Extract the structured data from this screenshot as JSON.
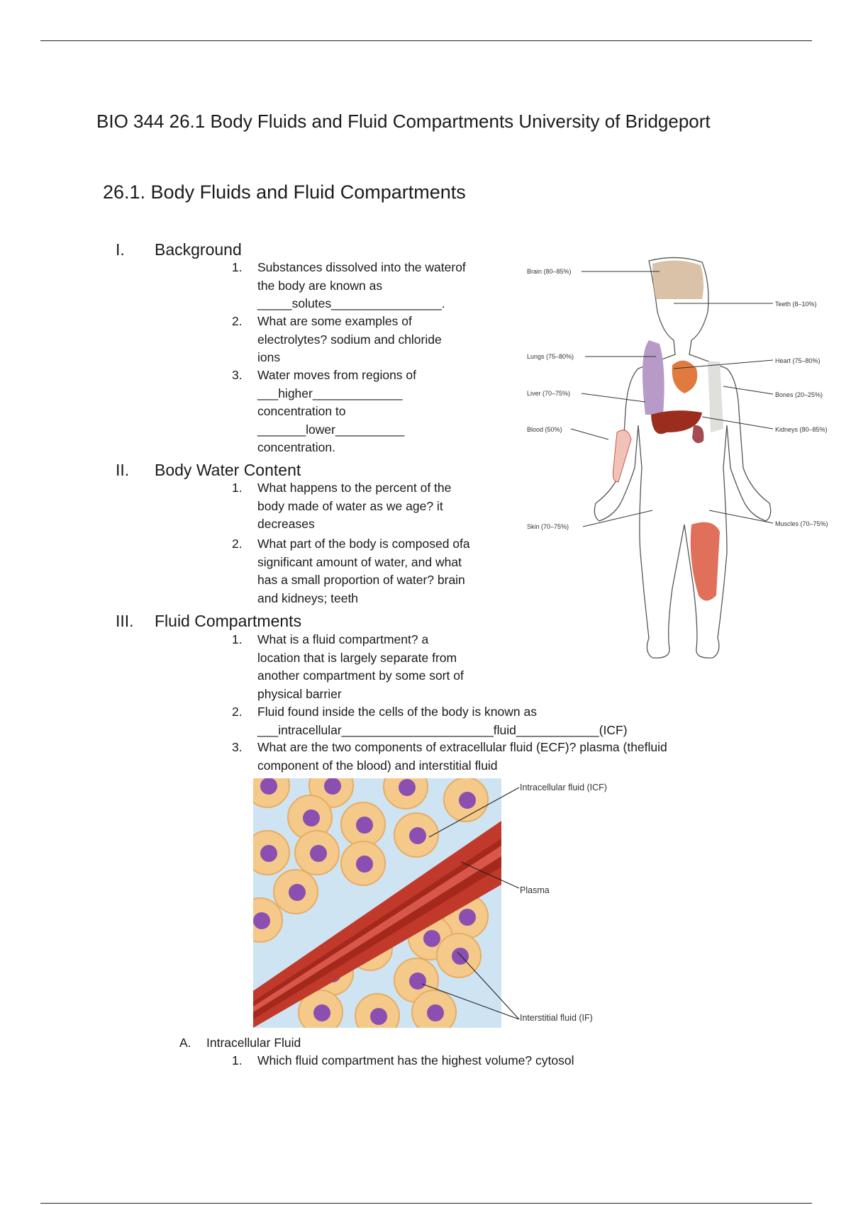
{
  "document_title": "BIO 344 26.1 Body Fluids and Fluid Compartments University of Bridgeport",
  "heading": "26.1. Body Fluids and Fluid Compartments",
  "sections": [
    {
      "numeral": "I.",
      "label": "Background",
      "items": [
        {
          "num": "1.",
          "lines": [
            "Substances dissolved into the waterof",
            "the body are known as",
            "_____solutes________________."
          ]
        },
        {
          "num": "2.",
          "lines": [
            "What are some examples of",
            "electrolytes? sodium and chloride",
            "ions"
          ]
        },
        {
          "num": "3.",
          "lines": [
            "Water moves from regions of",
            "___higher_____________",
            "concentration to",
            "_______lower__________",
            "concentration."
          ]
        }
      ]
    },
    {
      "numeral": "II.",
      "label": "Body Water Content",
      "items": [
        {
          "num": "1.",
          "lines": [
            "What happens to the percent of the",
            "body made of water as we age? it",
            "decreases"
          ]
        },
        {
          "num": "2.",
          "lines": [
            "What part of the body is composed ofa",
            "significant amount of water, and what",
            "has a small proportion of water? brain",
            "and kidneys; teeth"
          ]
        }
      ]
    },
    {
      "numeral": "III.",
      "label": "Fluid Compartments",
      "items": [
        {
          "num": "1.",
          "lines": [
            "What is a fluid compartment? a",
            "location that is largely separate from",
            "another compartment by some sort of",
            "physical barrier"
          ]
        },
        {
          "num": "2.",
          "lines": [
            "Fluid found inside the cells of the body is known as",
            "___intracellular______________________fluid____________(ICF)"
          ]
        },
        {
          "num": "3.",
          "lines": [
            "What are the two components of extracellular fluid (ECF)? plasma (thefluid",
            "component of the blood) and interstitial fluid"
          ]
        }
      ]
    }
  ],
  "subsection": {
    "letter": "A.",
    "label": "Intracellular Fluid",
    "items": [
      {
        "num": "1.",
        "lines": [
          "Which fluid compartment has the highest volume? cytosol"
        ]
      }
    ]
  },
  "body_figure": {
    "labels_left": [
      "Brain (80–85%)",
      "Lungs (75–80%)",
      "Liver (70–75%)",
      "Blood (50%)",
      "Skin (70–75%)"
    ],
    "labels_right": [
      "Teeth (8–10%)",
      "Heart (75–80%)",
      "Bones (20–25%)",
      "Kidneys (80–85%)",
      "Muscles (70–75%)"
    ]
  },
  "cell_figure": {
    "labels": [
      "Intracellular fluid (ICF)",
      "Plasma",
      "Interstitial fluid (IF)"
    ]
  },
  "colors": {
    "cell": "#f5c98a",
    "nucleus": "#8a4fb0",
    "vessel": "#c0392b",
    "background": "#cfe4f2"
  }
}
